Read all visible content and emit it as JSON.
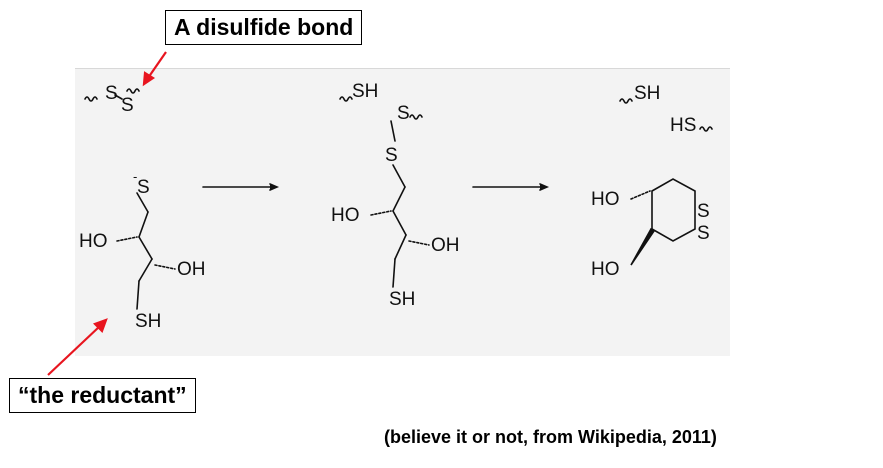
{
  "callouts": {
    "top": "A disulfide bond",
    "bottom": "“the reductant”"
  },
  "credit": "(believe it or not, from Wikipedia, 2011)",
  "watermark": "",
  "scheme": {
    "left_disulfide": {
      "s1": "S",
      "s2": "S"
    },
    "product_mixed": {
      "sh": "SH",
      "s": "S",
      "s2": "S"
    },
    "product_final": {
      "sh": "SH",
      "hs": "HS"
    },
    "reductant": {
      "s_minus": "-",
      "s": "S",
      "ho": "HO",
      "oh": "OH",
      "sh": "SH"
    },
    "intermediate": {
      "ho": "HO",
      "oh": "OH",
      "sh": "SH"
    },
    "ring": {
      "ho1": "HO",
      "ho2": "HO",
      "s1": "S",
      "s2": "S"
    }
  },
  "colors": {
    "arrow_annotation": "#e8151f",
    "ink": "#111111"
  }
}
